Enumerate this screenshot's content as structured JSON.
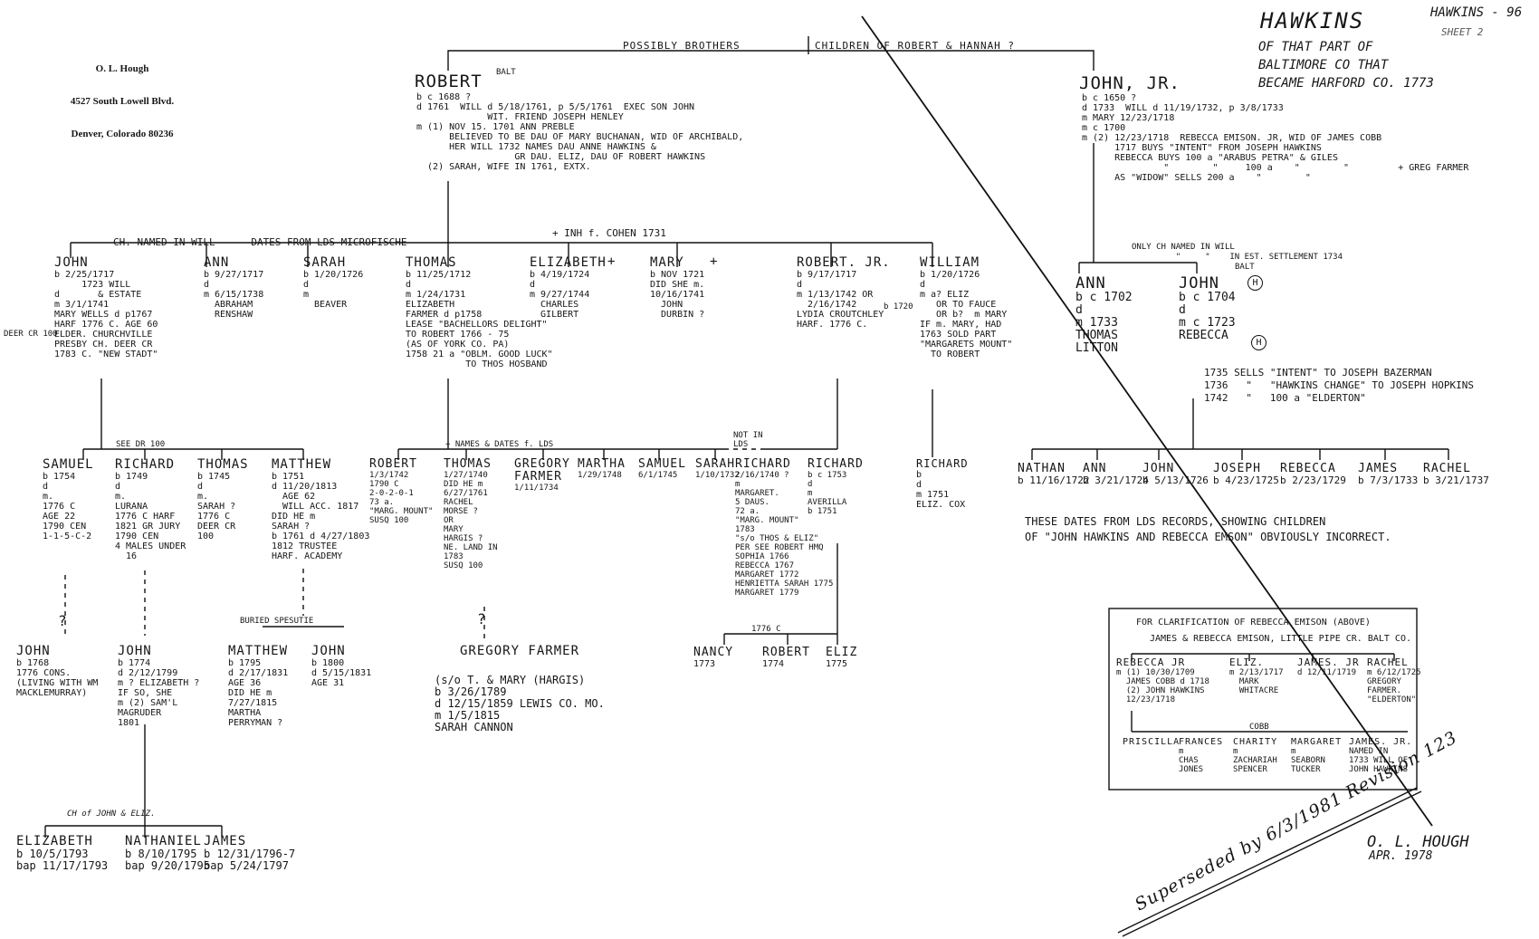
{
  "chart_data": {
    "type": "family-tree",
    "title": "HAWKINS",
    "subtitle": "OF THAT PART OF BALTIMORE CO THAT BECAME HARFORD CO. 1773",
    "sheet": "HAWKINS - 96",
    "sheet_note": "SHEET 2",
    "author_block": [
      "O. L. Hough",
      "4527 South Lowell Blvd.",
      "Denver, Colorado 80236"
    ],
    "signature": [
      "O. L. HOUGH",
      "APR. 1978"
    ],
    "superseded_note": "Superseded by 6/3/1981 Revision 123",
    "top_labels": {
      "possibly_brothers": "POSSIBLY BROTHERS",
      "children_of": "CHILDREN OF ROBERT & HANNAH ?"
    },
    "robert_sr": {
      "tag": "BALT",
      "name": "ROBERT",
      "lines": [
        "b c 1688 ?",
        "d 1761  WILL d 5/18/1761, p 5/5/1761  EXEC SON JOHN",
        "             WIT. FRIEND JOSEPH HENLEY",
        "m (1) NOV 15. 1701 ANN PREBLE",
        "      BELIEVED TO BE DAU OF MARY BUCHANAN, WID OF ARCHIBALD,",
        "      HER WILL 1732 NAMES DAU ANNE HAWKINS &",
        "                  GR DAU. ELIZ, DAU OF ROBERT HAWKINS",
        "  (2) SARAH, WIFE IN 1761, EXTX."
      ],
      "inh_note": "+ INH f. COHEN 1731",
      "children_banner": "CH. NAMED IN WILL      DATES FROM LDS MICROFISCHE"
    },
    "robert_children": [
      {
        "name": "JOHN",
        "lines": [
          "b 2/25/1717",
          "     1723 WILL",
          "d       & ESTATE",
          "",
          "m 3/1/1741",
          "MARY WELLS d p1767",
          "HARF 1776 C. AGE 60",
          "ELDER. CHURCHVILLE",
          "PRESBY CH. DEER CR",
          "1783 C. \"NEW STADT\""
        ],
        "side_note": "DEER CR 100"
      },
      {
        "name": "ANN",
        "lines": [
          "b 9/27/1717",
          "d",
          "m 6/15/1738",
          "  ABRAHAM",
          "  RENSHAW"
        ]
      },
      {
        "name": "SARAH",
        "lines": [
          "b 1/20/1726",
          "d",
          "m",
          "  BEAVER"
        ]
      },
      {
        "name": "THOMAS",
        "lines": [
          "b 11/25/1712",
          "d",
          "m 1/24/1731",
          "ELIZABETH",
          "FARMER d p1758",
          "LEASE \"BACHELLORS DELIGHT\"",
          "TO ROBERT 1766 - 75",
          "(AS OF YORK CO. PA)",
          "1758 21 a \"OBLM. GOOD LUCK\"",
          "           TO THOS HOSBAND"
        ]
      },
      {
        "name": "ELIZABETH",
        "lines": [
          "b 4/19/1724",
          "d",
          "m 9/27/1744",
          "  CHARLES",
          "  GILBERT"
        ],
        "mark": "+"
      },
      {
        "name": "MARY",
        "lines": [
          "b NOV 1721",
          "",
          "DID SHE m.",
          "10/16/1741",
          "  JOHN",
          "  DURBIN ?"
        ],
        "mark": "+"
      },
      {
        "name": "ROBERT. JR.",
        "lines": [
          "b 9/17/1717",
          "d",
          "m 1/13/1742 OR",
          "  2/16/1742",
          "LYDIA CROUTCHLEY",
          "HARF. 1776 C."
        ]
      },
      {
        "name": "WILLIAM",
        "lines": [
          "b 1/20/1726",
          "d",
          "m a? ELIZ",
          "   OR TO FAUCE",
          "   OR b?  m MARY",
          "IF m. MARY, HAD",
          "1763 SOLD PART",
          "\"MARGARETS MOUNT\"",
          "  TO ROBERT"
        ],
        "side_note": "b 1720"
      }
    ],
    "john_children": {
      "note": "SEE DR 100",
      "people": [
        {
          "name": "SAMUEL",
          "lines": [
            "b 1754",
            "d",
            "m.",
            "",
            "1776 C",
            "AGE 22",
            "1790 CEN",
            "1-1-5-C-2"
          ]
        },
        {
          "name": "RICHARD",
          "lines": [
            "b 1749",
            "d",
            "m.",
            "LURANA",
            "1776 C HARF",
            "1821 GR JURY",
            "1790 CEN",
            "4 MALES UNDER",
            "  16"
          ]
        },
        {
          "name": "THOMAS",
          "lines": [
            "b 1745",
            "d",
            "m.",
            "SARAH ?",
            "1776 C",
            "DEER CR",
            "100"
          ]
        },
        {
          "name": "MATTHEW",
          "lines": [
            "b 1751",
            "d 11/20/1813",
            "  AGE 62",
            "  WILL ACC. 1817",
            "DID HE m",
            "SARAH ?",
            "b 1761 d 4/27/1803",
            "1812 TRUSTEE",
            "HARF. ACADEMY"
          ]
        }
      ]
    },
    "thomas_children": {
      "banner": "+ NAMES & DATES f. LDS",
      "people": [
        {
          "name": "ROBERT",
          "lines": [
            "1/3/1742",
            "",
            "",
            "1790 C",
            "2-0-2-0-1",
            "73 a.",
            "\"MARG. MOUNT\"",
            "SUSQ 100"
          ]
        },
        {
          "name": "THOMAS",
          "lines": [
            "1/27/1740",
            "",
            "DID HE m",
            "6/27/1761",
            "RACHEL",
            "MORSE ?",
            "OR",
            "MARY",
            "HARGIS ?",
            "NE. LAND IN",
            "1783",
            "SUSQ 100"
          ]
        },
        {
          "name": "GREGORY FARMER",
          "lines": [
            "1/11/1734"
          ]
        },
        {
          "name": "MARTHA",
          "lines": [
            "1/29/1748"
          ]
        },
        {
          "name": "SAMUEL",
          "lines": [
            "6/1/1745"
          ]
        },
        {
          "name": "SARAH",
          "lines": [
            "1/10/1732"
          ]
        }
      ]
    },
    "robert_jr_children": {
      "not_in_lds": "NOT IN LDS",
      "people": [
        {
          "name": "RICHARD",
          "lines": [
            "2/16/1740 ?",
            "",
            "m",
            "MARGARET.",
            "5 DAUS.",
            "72 a.",
            "\"MARG. MOUNT\"",
            "1783",
            "\"s/o THOS & ELIZ\"",
            "PER SEE ROBERT HMQ",
            "SOPHIA 1766",
            "REBECCA 1767",
            "MARGARET 1772",
            "HENRIETTA SARAH 1775",
            "MARGARET 1779"
          ]
        },
        {
          "name": "RICHARD",
          "lines": [
            "b c 1753",
            "d",
            "m",
            "AVERILLA",
            "b 1751"
          ]
        }
      ],
      "census_note": "1776 C",
      "grandchildren": [
        {
          "name": "NANCY",
          "lines": [
            "1773"
          ]
        },
        {
          "name": "ROBERT",
          "lines": [
            "1774"
          ]
        },
        {
          "name": "ELIZ",
          "lines": [
            "1775"
          ]
        }
      ]
    },
    "william_children": [
      {
        "name": "RICHARD",
        "lines": [
          "b",
          "d",
          "m 1751",
          "ELIZ. COX"
        ]
      }
    ],
    "samuel_children": [
      {
        "name": "JOHN",
        "lines": [
          "b 1768",
          "1776 CONS.",
          "(LIVING WITH WM",
          "MACKLEMURRAY)"
        ]
      }
    ],
    "richard_children": [
      {
        "name": "JOHN",
        "lines": [
          "b 1774",
          "d 2/12/1799",
          "m ? ELIZABETH ?",
          "IF SO, SHE",
          "m (2) SAM'L",
          "MAGRUDER",
          "1801"
        ]
      }
    ],
    "matthew_children": {
      "note": "BURIED SPESUTIE",
      "people": [
        {
          "name": "MATTHEW",
          "lines": [
            "b 1795",
            "d 2/17/1831",
            "AGE 36",
            "DID HE m",
            "7/27/1815",
            "MARTHA",
            "PERRYMAN ?"
          ]
        },
        {
          "name": "JOHN",
          "lines": [
            "b 1800",
            "d 5/15/1831",
            "AGE 31"
          ]
        }
      ]
    },
    "gregory": {
      "name": "GREGORY FARMER",
      "lines": [
        "(s/o T. & MARY (HARGIS)",
        "b 3/26/1789",
        "d 12/15/1859 LEWIS CO. MO.",
        "m 1/5/1815",
        "SARAH CANNON"
      ]
    },
    "john_grandchildren": {
      "note": "CH of JOHN & ELIZ.",
      "people": [
        {
          "name": "ELIZABETH",
          "lines": [
            "b 10/5/1793",
            "bap 11/17/1793"
          ]
        },
        {
          "name": "NATHANIEL",
          "lines": [
            "b 8/10/1795",
            "bap 9/20/1795"
          ]
        },
        {
          "name": "JAMES",
          "lines": [
            "b 12/31/1796-7",
            "bap 5/24/1797"
          ]
        }
      ]
    },
    "john_jr": {
      "name": "JOHN, JR.",
      "lines": [
        "b c 1650 ?",
        "d 1733  WILL d 11/19/1732, p 3/8/1733",
        "m MARY 12/23/1718",
        "",
        "m c 1700",
        "",
        "m (2) 12/23/1718  REBECCA EMISON. JR, WID OF JAMES COBB",
        "      1717 BUYS \"INTENT\" FROM JOSEPH HAWKINS",
        "      REBECCA BUYS 100 a \"ARABUS PETRA\" & GILES",
        "               \"        \"     100 a    \"        \"         + GREG FARMER",
        "      AS \"WIDOW\" SELLS 200 a    \"        \""
      ],
      "only_ch_note": [
        "ONLY CH NAMED IN WILL",
        "         \"     \"    IN EST. SETTLEMENT 1734"
      ]
    },
    "john_jr_children": [
      {
        "name": "ANN",
        "lines": [
          "b c 1702",
          "d",
          "m 1733",
          "THOMAS",
          "LITTON"
        ]
      },
      {
        "name": "JOHN",
        "tag": "BALT",
        "circle": "H",
        "lines": [
          "b c 1704",
          "d",
          "m c 1723",
          "REBECCA"
        ],
        "notes": [
          "1735 SELLS \"INTENT\" TO JOSEPH BAZERMAN",
          "1736   \"   \"HAWKINS CHANGE\" TO JOSEPH HOPKINS",
          "1742   \"   100 a \"ELDERTON\""
        ]
      }
    ],
    "lds_children": [
      {
        "name": "NATHAN",
        "date": "b 11/16/1722"
      },
      {
        "name": "ANN",
        "date": "b 3/21/1724"
      },
      {
        "name": "JOHN",
        "date": "b 5/13/1726"
      },
      {
        "name": "JOSEPH",
        "date": "b 4/23/1725"
      },
      {
        "name": "REBECCA",
        "date": "b 2/23/1729"
      },
      {
        "name": "JAMES",
        "date": "b 7/3/1733"
      },
      {
        "name": "RACHEL",
        "date": "b 3/21/1737"
      }
    ],
    "lds_note": [
      "THESE DATES FROM LDS RECORDS, SHOWING CHILDREN",
      "OF \"JOHN HAWKINS AND REBECCA EMSON\" OBVIOUSLY INCORRECT."
    ],
    "clarification": {
      "title": "FOR CLARIFICATION OF REBECCA EMISON (ABOVE)",
      "parents": "JAMES & REBECCA EMISON, LITTLE PIPE CR. BALT CO.",
      "people": [
        {
          "name": "REBECCA JR",
          "lines": [
            "m (1) 10/30/1709",
            "  JAMES COBB d 1718",
            "  (2) JOHN HAWKINS",
            "  12/23/1718"
          ]
        },
        {
          "name": "ELIZ.",
          "lines": [
            "m 2/13/1717",
            "  MARK",
            "  WHITACRE"
          ]
        },
        {
          "name": "JAMES. JR",
          "lines": [
            "d 12/11/1719"
          ]
        },
        {
          "name": "RACHEL",
          "lines": [
            "m 6/12/1725",
            "GREGORY",
            "FARMER.",
            "\"ELDERTON\""
          ]
        }
      ],
      "cobb_label": "COBB",
      "cobb_children": [
        {
          "name": "PRISCILLA",
          "lines": []
        },
        {
          "name": "FRANCES",
          "lines": [
            "m",
            "CHAS",
            "JONES"
          ]
        },
        {
          "name": "CHARITY",
          "lines": [
            "m",
            "ZACHARIAH",
            "SPENCER"
          ]
        },
        {
          "name": "MARGARET",
          "lines": [
            "m",
            "SEABORN",
            "TUCKER"
          ]
        },
        {
          "name": "JAMES. JR.",
          "lines": [
            "NAMED IN",
            "1733 WILL OF",
            "JOHN HAWKINS"
          ]
        }
      ]
    }
  }
}
